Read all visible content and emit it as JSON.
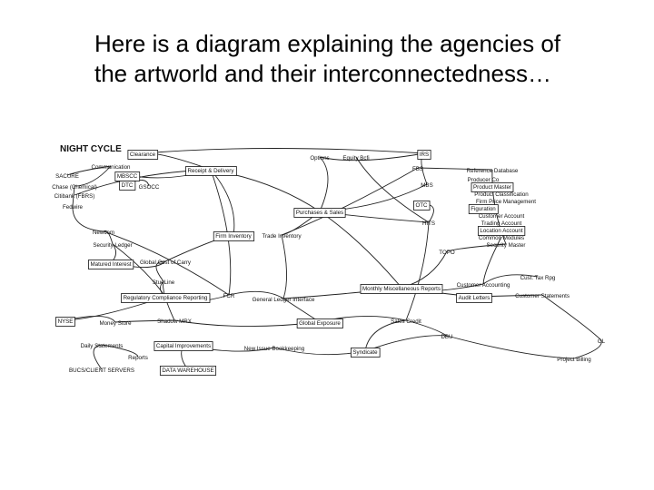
{
  "slide": {
    "caption": "Here is a diagram explaining the agencies of the artworld and their interconnectedness…"
  },
  "diagram": {
    "heading": "NIGHT CYCLE",
    "nodes": [
      {
        "id": "clearance",
        "label": "Clearance"
      },
      {
        "id": "communication",
        "label": "Communication"
      },
      {
        "id": "sacure",
        "label": "SACURE"
      },
      {
        "id": "mbsc",
        "label": "MBSCC"
      },
      {
        "id": "chase",
        "label": "Chase (Chemical)"
      },
      {
        "id": "citibank",
        "label": "Citibank (FBRS)"
      },
      {
        "id": "dtc",
        "label": "DTC"
      },
      {
        "id": "gsocc",
        "label": "GSOCC"
      },
      {
        "id": "fedwire",
        "label": "Fedwire"
      },
      {
        "id": "receipt",
        "label": "Receipt & Delivery"
      },
      {
        "id": "options",
        "label": "Options"
      },
      {
        "id": "equity",
        "label": "Equity Bcfi"
      },
      {
        "id": "irs",
        "label": "IRS"
      },
      {
        "id": "fbs",
        "label": "FBS"
      },
      {
        "id": "mbs",
        "label": "MBS"
      },
      {
        "id": "otc",
        "label": "OTC"
      },
      {
        "id": "ref_db",
        "label": "Reference Database"
      },
      {
        "id": "producer",
        "label": "Producer Co"
      },
      {
        "id": "product_master",
        "label": "Product Master"
      },
      {
        "id": "product_class",
        "label": "Product Classification"
      },
      {
        "id": "firm_price",
        "label": "Firm Price Management"
      },
      {
        "id": "figuration",
        "label": "Figuration"
      },
      {
        "id": "customer_acct",
        "label": "Customer Account"
      },
      {
        "id": "trading_acct",
        "label": "Trading Account"
      },
      {
        "id": "location_acct",
        "label": "Location Account"
      },
      {
        "id": "common_modules",
        "label": "Common Modules"
      },
      {
        "id": "security_master",
        "label": "Security Master"
      },
      {
        "id": "purchases",
        "label": "Purchases & Sales"
      },
      {
        "id": "hits",
        "label": "HITS"
      },
      {
        "id": "newcom",
        "label": "Newcom"
      },
      {
        "id": "firm_inventory",
        "label": "Firm Inventory"
      },
      {
        "id": "trade_inventory",
        "label": "Trade Inventory"
      },
      {
        "id": "security_ledger",
        "label": "Security Ledger"
      },
      {
        "id": "mature_interest",
        "label": "Matured Interest"
      },
      {
        "id": "global_cost",
        "label": "Global Cost of Carry"
      },
      {
        "id": "stueline",
        "label": "StueLine"
      },
      {
        "id": "regulatory",
        "label": "Regulatory Compliance Reporting"
      },
      {
        "id": "fcr",
        "label": "FCR"
      },
      {
        "id": "general_ledger",
        "label": "General Ledger Interface"
      },
      {
        "id": "monthly_misc",
        "label": "Monthly Miscellaneous Reports"
      },
      {
        "id": "customer_accounting",
        "label": "Customer Accounting"
      },
      {
        "id": "cust_tax",
        "label": "Cust. Tax Rpg"
      },
      {
        "id": "audit_letters",
        "label": "Audit Letters"
      },
      {
        "id": "customer_statements",
        "label": "Customer Statements"
      },
      {
        "id": "topo",
        "label": "TOPO"
      },
      {
        "id": "nyse",
        "label": "NYSE"
      },
      {
        "id": "money_store",
        "label": "Money Store"
      },
      {
        "id": "shadow_mrx",
        "label": "Shadow MRX"
      },
      {
        "id": "global_exposure",
        "label": "Global Exposure"
      },
      {
        "id": "sales_credit",
        "label": "Sales Credit"
      },
      {
        "id": "daily_statements",
        "label": "Daily Statements"
      },
      {
        "id": "capital_improvements",
        "label": "Capital Improvements"
      },
      {
        "id": "new_issue",
        "label": "New Issue Bookkeeping"
      },
      {
        "id": "dbu",
        "label": "DBU"
      },
      {
        "id": "syndicate",
        "label": "Syndicate"
      },
      {
        "id": "project_billing",
        "label": "Project Billing"
      },
      {
        "id": "bucs_client",
        "label": "BUCS/CLIENT SERVERS"
      },
      {
        "id": "data_warehouse",
        "label": "DATA WAREHOUSE"
      },
      {
        "id": "reports",
        "label": "Reports"
      },
      {
        "id": "global_cost_small",
        "label": "GL"
      }
    ]
  }
}
